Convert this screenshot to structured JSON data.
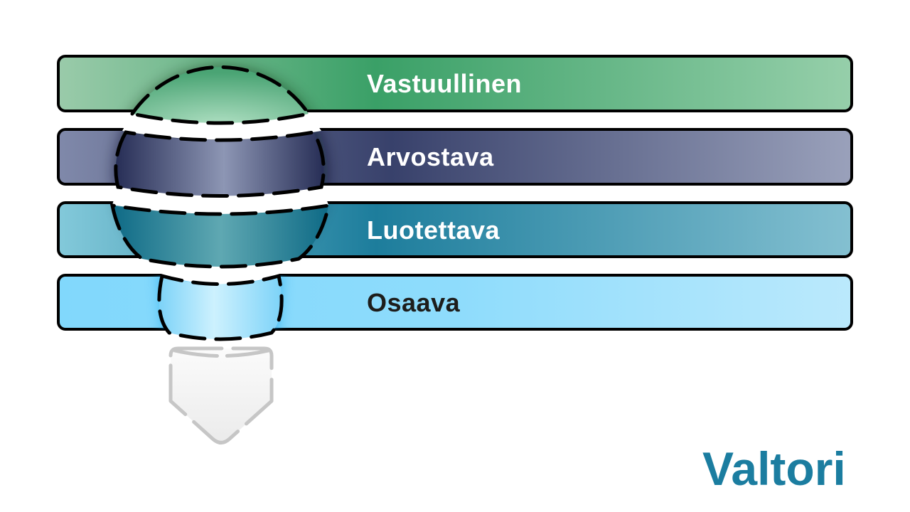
{
  "figure": {
    "description": "Light bulb illustration spanning four horizontal value bars"
  },
  "bars": [
    {
      "label": "Vastuullinen",
      "text_color": "#ffffff",
      "colors": {
        "left": "#9acbaa",
        "mid": "#3aa067",
        "right": "#96cfaa"
      },
      "shadow": "#00210f"
    },
    {
      "label": "Arvostava",
      "text_color": "#ffffff",
      "colors": {
        "left": "#8089aa",
        "mid": "#38416b",
        "right": "#9aa1bb"
      },
      "shadow": "#060a24"
    },
    {
      "label": "Luotettava",
      "text_color": "#ffffff",
      "colors": {
        "left": "#83c9da",
        "mid": "#1d7d9c",
        "right": "#84c0d1"
      },
      "shadow": "#032737"
    },
    {
      "label": "Osaava",
      "text_color": "#1d1d1b",
      "colors": {
        "left": "#81d8fc",
        "mid": "#8edcfc",
        "right": "#bbe9fc"
      },
      "shadow": "#0d9ce8"
    }
  ],
  "bulb": {
    "outline": "#000000",
    "dome": {
      "light": "#b0e0c3",
      "dark": "#4aa474"
    },
    "band": {
      "edge": "#272e56",
      "center": "#8d96b4"
    },
    "bowl": {
      "edge": "#0e6a86",
      "center": "#5fa8b2"
    },
    "neck": {
      "edge": "#7dd3f8",
      "center": "#cdf1fe"
    },
    "base": {
      "fill_top": "#fbfbfb",
      "fill_bottom": "#ebebeb",
      "outline": "#c6c6c6"
    }
  },
  "logo": {
    "text": "Valtori",
    "color": "#1b7da0"
  }
}
